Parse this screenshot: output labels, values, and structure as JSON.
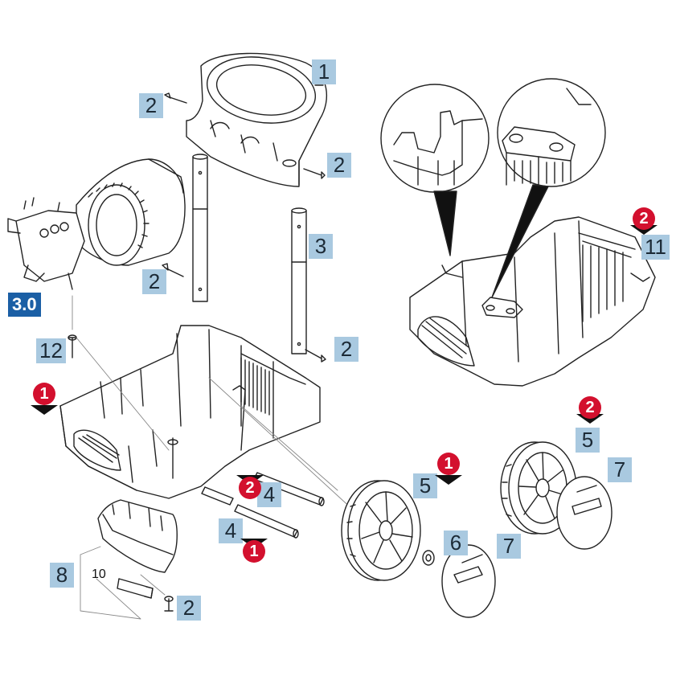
{
  "labels": {
    "l1": "1",
    "l2a": "2",
    "l2b": "2",
    "l2c": "2",
    "l2d": "2",
    "l2e": "2",
    "l3": "3",
    "l3_0": "3.0",
    "l4a": "4",
    "l4b": "4",
    "l5a": "5",
    "l5b": "5",
    "l6": "6",
    "l7a": "7",
    "l7b": "7",
    "l8": "8",
    "l10": "10",
    "l11": "11",
    "l12": "12"
  },
  "badges": {
    "b1a": "1",
    "b1b": "1",
    "b1c": "1",
    "b2a": "2",
    "b2b": "2",
    "b2c": "2"
  },
  "colors": {
    "label_bg": "#a9c9e0",
    "label_dark_bg": "#1b5fa5",
    "badge_red": "#d3102e",
    "line": "#222222"
  }
}
